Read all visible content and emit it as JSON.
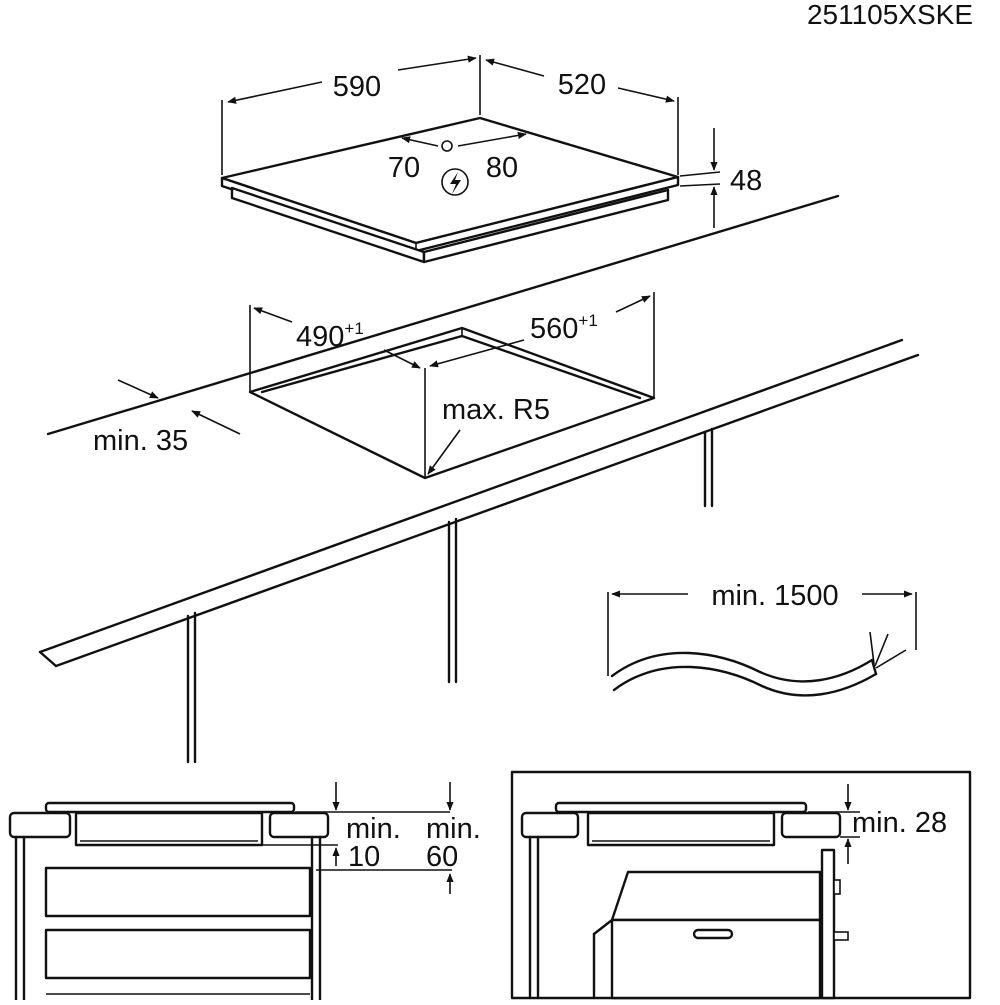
{
  "drawing": {
    "code": "251105XSKE",
    "colors": {
      "line": "#111111",
      "background": "#ffffff"
    },
    "icons": [
      "electric-warning-icon"
    ],
    "hob": {
      "width": "590",
      "depth": "520",
      "height": "48",
      "connection_left": "70",
      "connection_right": "80"
    },
    "cutout": {
      "width_base": "490",
      "width_tol": "+1",
      "depth_base": "560",
      "depth_tol": "+1",
      "min_edge": "min. 35",
      "corner_radius": "max. R5"
    },
    "cable": {
      "min_length": "min. 1500"
    },
    "installation": {
      "min_label_a": "min.",
      "min_value_a": "10",
      "min_label_b": "min.",
      "min_value_b": "60",
      "min_oven_gap": "min. 28"
    }
  }
}
